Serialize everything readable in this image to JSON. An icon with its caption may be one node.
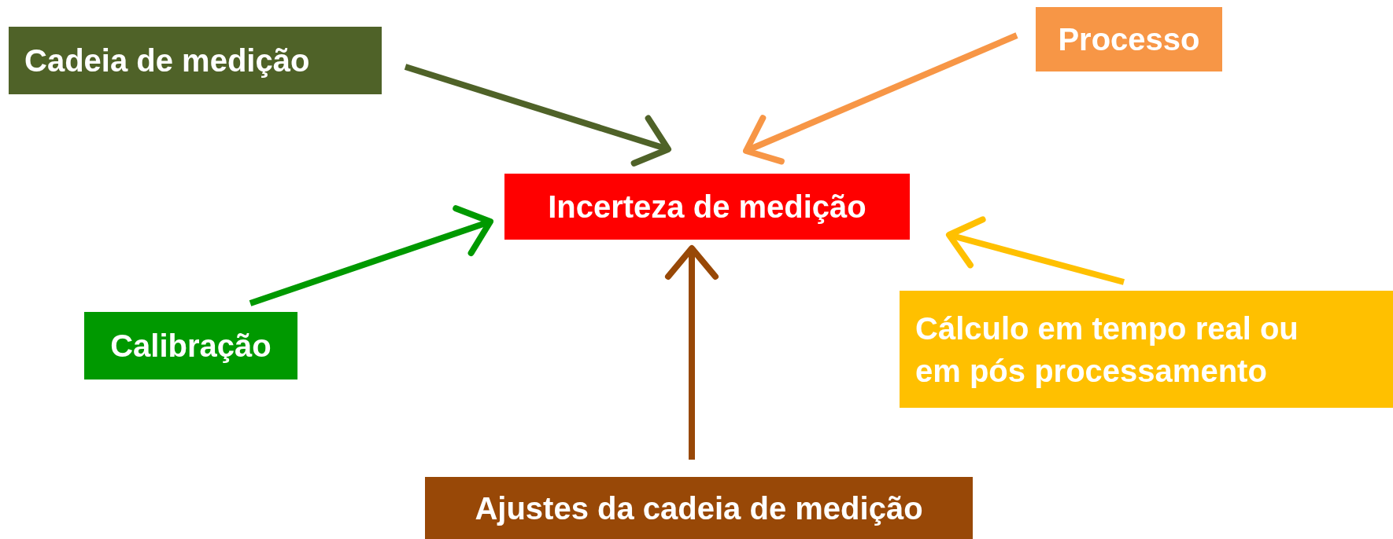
{
  "diagram": {
    "nodes": [
      {
        "text": [
          "Cadeia de medição"
        ]
      },
      {
        "text": [
          "Processo"
        ]
      },
      {
        "text": [
          "Incerteza de medição"
        ]
      },
      {
        "text": [
          "Calibração"
        ]
      },
      {
        "text": [
          "Cálculo em tempo real ou em pós processamento"
        ]
      },
      {
        "text": [
          "Ajustes da cadeia de medição"
        ]
      }
    ],
    "edges": [
      {
        "from": 0,
        "to": 2,
        "arrow": "to",
        "color": "#4f6228"
      },
      {
        "from": 1,
        "to": 2,
        "arrow": "to",
        "color": "#f79646"
      },
      {
        "from": 3,
        "to": 2,
        "arrow": "to",
        "color": "#009900"
      },
      {
        "from": 4,
        "to": 2,
        "arrow": "to",
        "color": "#ffc000"
      },
      {
        "from": 5,
        "to": 2,
        "arrow": "to",
        "color": "#984807"
      }
    ]
  }
}
